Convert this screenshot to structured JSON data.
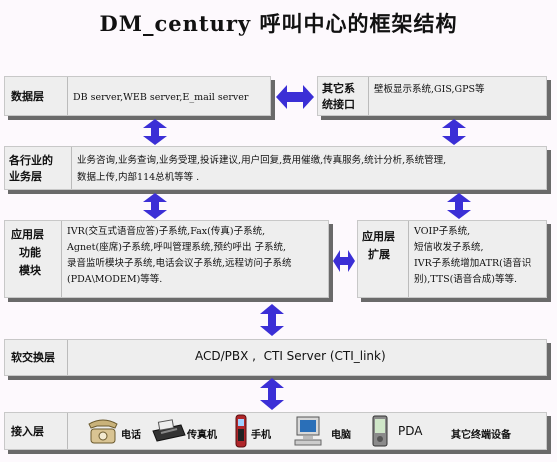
{
  "title": "DM_century  呼叫中心的框架结构",
  "layers": {
    "data": {
      "label": "数据层",
      "content": "DB server,WEB server,E_mail server"
    },
    "other": {
      "label_line1": "其它系",
      "label_line2": "统接口",
      "content": "壁板显示系统,GIS,GPS等"
    },
    "business": {
      "label_line1": "各行业的",
      "label_line2": "业务层",
      "content_line1": "业务咨询,业务查询,业务受理,投诉建议,用户回复,费用催缴,传真服务,统计分析,系统管理,",
      "content_line2": "数据上传,内部114总机等等 ."
    },
    "app": {
      "label_line1": "应用层",
      "label_line2": "功能",
      "label_line3": "模块",
      "lines": [
        "IVR(交互式语音应答)子系统,Fax(传真)子系统,",
        "Agnet(座席)子系统,呼叫管理系统,预约呼出 子系统,",
        "录音监听模块子系统,电话会议子系统,远程访问子系统",
        "(PDA\\MODEM)等等."
      ]
    },
    "ext": {
      "label_line1": "应用层",
      "label_line2": "扩展",
      "lines": [
        "VOIP子系统,",
        "短信收发子系统,",
        "IVR子系统增加ATR(语音识",
        "别),TTS(语音合成)等等."
      ]
    },
    "switch": {
      "label": "软交换层",
      "content": "ACD/PBX ,  CTI Server (CTI_link)"
    },
    "access": {
      "label": "接入层",
      "devices": [
        "电话",
        "传真机",
        "手机",
        "电脑",
        "PDA",
        "其它终端设备"
      ]
    }
  },
  "colors": {
    "arrow": "#3b2fd6",
    "box": "#eeeeee",
    "shadow": "#6a6a6a"
  }
}
